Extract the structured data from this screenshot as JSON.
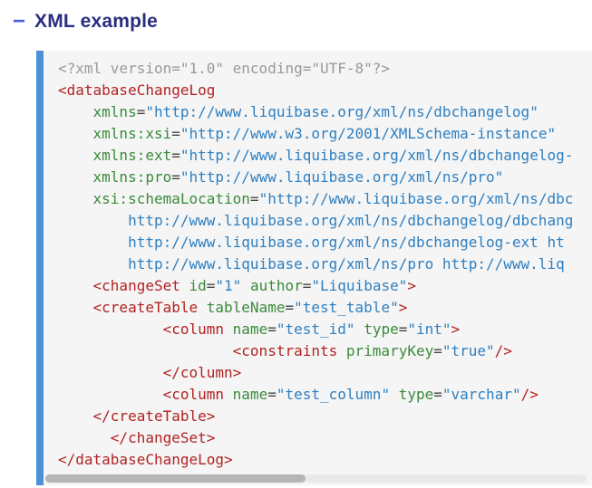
{
  "heading": {
    "collapse_icon": "−",
    "title": "XML example"
  },
  "colors": {
    "heading_text": "#2a2e7f",
    "collapse_icon": "#4a5fd6",
    "code_border": "#4a90d5",
    "code_background": "#f5f5f5",
    "token_meta": "#999999",
    "token_tag": "#b22222",
    "token_attr": "#3a8a3a",
    "token_value": "#2e7fc0",
    "token_plain": "#444444",
    "scrollbar_thumb": "#b5b5b5",
    "scrollbar_track": "#e9e9e9"
  },
  "code_block": {
    "lines": [
      [
        [
          "m",
          "<?xml version=\"1.0\" encoding=\"UTF-8\"?>"
        ]
      ],
      [
        [
          "t",
          "<databaseChangeLog"
        ]
      ],
      [
        [
          "p",
          "    "
        ],
        [
          "a",
          "xmlns"
        ],
        [
          "p",
          "="
        ],
        [
          "v",
          "\"http://www.liquibase.org/xml/ns/dbchangelog\""
        ]
      ],
      [
        [
          "p",
          "    "
        ],
        [
          "a",
          "xmlns:xsi"
        ],
        [
          "p",
          "="
        ],
        [
          "v",
          "\"http://www.w3.org/2001/XMLSchema-instance\""
        ]
      ],
      [
        [
          "p",
          "    "
        ],
        [
          "a",
          "xmlns:ext"
        ],
        [
          "p",
          "="
        ],
        [
          "v",
          "\"http://www.liquibase.org/xml/ns/dbchangelog-"
        ]
      ],
      [
        [
          "p",
          "    "
        ],
        [
          "a",
          "xmlns:pro"
        ],
        [
          "p",
          "="
        ],
        [
          "v",
          "\"http://www.liquibase.org/xml/ns/pro\""
        ]
      ],
      [
        [
          "p",
          "    "
        ],
        [
          "a",
          "xsi:schemaLocation"
        ],
        [
          "p",
          "="
        ],
        [
          "v",
          "\"http://www.liquibase.org/xml/ns/dbc"
        ]
      ],
      [
        [
          "p",
          "        "
        ],
        [
          "v",
          "http://www.liquibase.org/xml/ns/dbchangelog/dbchang"
        ]
      ],
      [
        [
          "p",
          "        "
        ],
        [
          "v",
          "http://www.liquibase.org/xml/ns/dbchangelog-ext ht"
        ]
      ],
      [
        [
          "p",
          "        "
        ],
        [
          "v",
          "http://www.liquibase.org/xml/ns/pro http://www.liq"
        ]
      ],
      [
        [
          "p",
          "    "
        ],
        [
          "t",
          "<changeSet"
        ],
        [
          "p",
          " "
        ],
        [
          "a",
          "id"
        ],
        [
          "p",
          "="
        ],
        [
          "v",
          "\"1\""
        ],
        [
          "p",
          " "
        ],
        [
          "a",
          "author"
        ],
        [
          "p",
          "="
        ],
        [
          "v",
          "\"Liquibase\""
        ],
        [
          "t",
          ">"
        ]
      ],
      [
        [
          "p",
          "    "
        ],
        [
          "t",
          "<createTable"
        ],
        [
          "p",
          " "
        ],
        [
          "a",
          "tableName"
        ],
        [
          "p",
          "="
        ],
        [
          "v",
          "\"test_table\""
        ],
        [
          "t",
          ">"
        ]
      ],
      [
        [
          "p",
          "            "
        ],
        [
          "t",
          "<column"
        ],
        [
          "p",
          " "
        ],
        [
          "a",
          "name"
        ],
        [
          "p",
          "="
        ],
        [
          "v",
          "\"test_id\""
        ],
        [
          "p",
          " "
        ],
        [
          "a",
          "type"
        ],
        [
          "p",
          "="
        ],
        [
          "v",
          "\"int\""
        ],
        [
          "t",
          ">"
        ]
      ],
      [
        [
          "p",
          "                    "
        ],
        [
          "t",
          "<constraints"
        ],
        [
          "p",
          " "
        ],
        [
          "a",
          "primaryKey"
        ],
        [
          "p",
          "="
        ],
        [
          "v",
          "\"true\""
        ],
        [
          "t",
          "/>"
        ]
      ],
      [
        [
          "p",
          "            "
        ],
        [
          "t",
          "</column>"
        ]
      ],
      [
        [
          "p",
          "            "
        ],
        [
          "t",
          "<column"
        ],
        [
          "p",
          " "
        ],
        [
          "a",
          "name"
        ],
        [
          "p",
          "="
        ],
        [
          "v",
          "\"test_column\""
        ],
        [
          "p",
          " "
        ],
        [
          "a",
          "type"
        ],
        [
          "p",
          "="
        ],
        [
          "v",
          "\"varchar\""
        ],
        [
          "t",
          "/>"
        ]
      ],
      [
        [
          "p",
          "    "
        ],
        [
          "t",
          "</createTable>"
        ]
      ],
      [
        [
          "p",
          "      "
        ],
        [
          "t",
          "</changeSet>"
        ]
      ],
      [
        [
          "t",
          "</databaseChangeLog>"
        ]
      ]
    ]
  },
  "scrollbar": {
    "orientation": "horizontal",
    "thumb_fraction": 0.48
  }
}
